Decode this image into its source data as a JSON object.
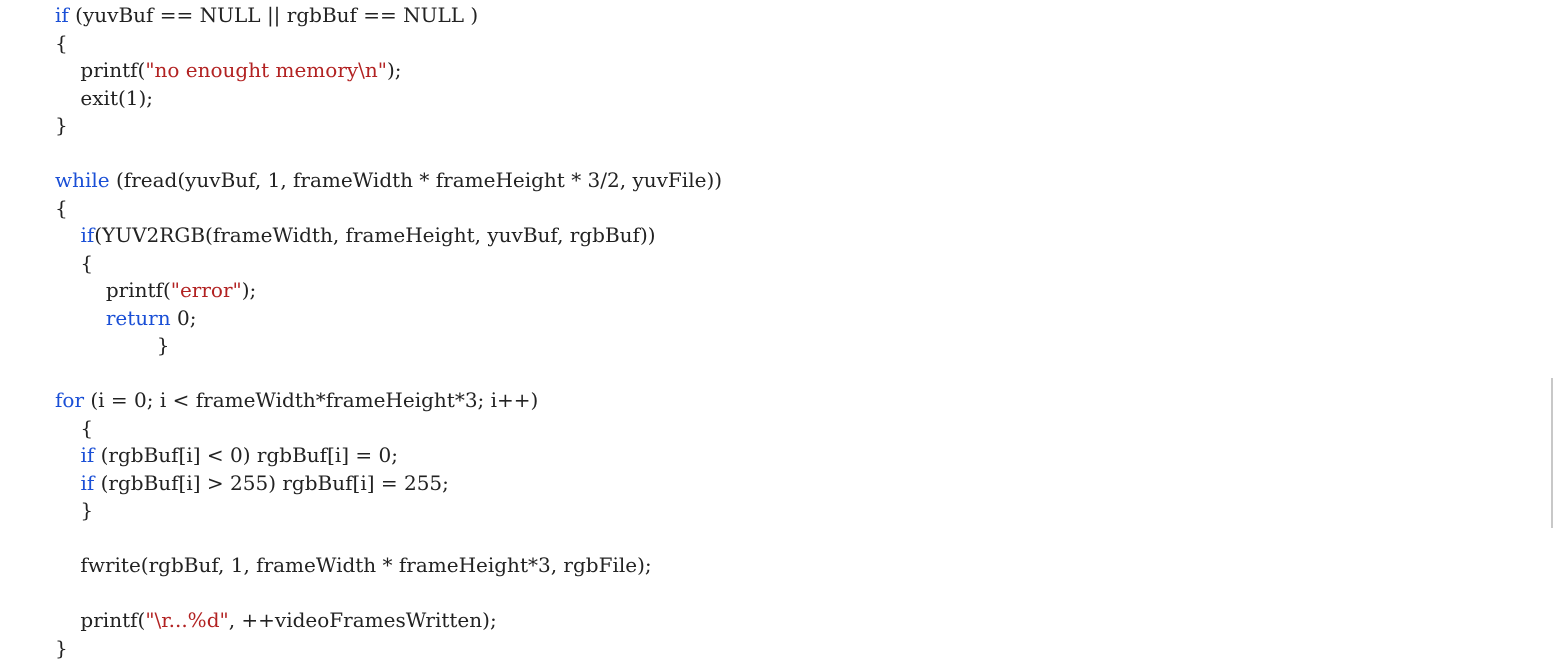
{
  "code_lines": [
    [
      {
        "t": "if",
        "c": "kw"
      },
      {
        "t": " (yuvBuf == NULL || rgbBuf == NULL )",
        "c": "plain"
      }
    ],
    [
      {
        "t": "{",
        "c": "plain"
      }
    ],
    [
      {
        "t": "    printf(",
        "c": "plain"
      },
      {
        "t": "\"no enought memory\\n\"",
        "c": "str"
      },
      {
        "t": ");",
        "c": "plain"
      }
    ],
    [
      {
        "t": "    exit(1);",
        "c": "plain"
      }
    ],
    [
      {
        "t": "}",
        "c": "plain"
      }
    ],
    [
      {
        "t": "",
        "c": "plain"
      }
    ],
    [
      {
        "t": "while",
        "c": "kw"
      },
      {
        "t": " (fread(yuvBuf, 1, frameWidth * frameHeight * 3/2, yuvFile))",
        "c": "plain"
      }
    ],
    [
      {
        "t": "{",
        "c": "plain"
      }
    ],
    [
      {
        "t": "    ",
        "c": "plain"
      },
      {
        "t": "if",
        "c": "kw"
      },
      {
        "t": "(YUV2RGB(frameWidth, frameHeight, yuvBuf, rgbBuf))",
        "c": "plain"
      }
    ],
    [
      {
        "t": "    {",
        "c": "plain"
      }
    ],
    [
      {
        "t": "        printf(",
        "c": "plain"
      },
      {
        "t": "\"error\"",
        "c": "str"
      },
      {
        "t": ");",
        "c": "plain"
      }
    ],
    [
      {
        "t": "        ",
        "c": "plain"
      },
      {
        "t": "return",
        "c": "kw"
      },
      {
        "t": " 0;",
        "c": "plain"
      }
    ],
    [
      {
        "t": "                }",
        "c": "plain"
      }
    ],
    [
      {
        "t": "",
        "c": "plain"
      }
    ],
    [
      {
        "t": "for",
        "c": "kw"
      },
      {
        "t": " (i = 0; i < frameWidth*frameHeight*3; i++)",
        "c": "plain"
      }
    ],
    [
      {
        "t": "    {",
        "c": "plain"
      }
    ],
    [
      {
        "t": "    ",
        "c": "plain"
      },
      {
        "t": "if",
        "c": "kw"
      },
      {
        "t": " (rgbBuf[i] < 0) rgbBuf[i] = 0;",
        "c": "plain"
      }
    ],
    [
      {
        "t": "    ",
        "c": "plain"
      },
      {
        "t": "if",
        "c": "kw"
      },
      {
        "t": " (rgbBuf[i] > 255) rgbBuf[i] = 255;",
        "c": "plain"
      }
    ],
    [
      {
        "t": "    }",
        "c": "plain"
      }
    ],
    [
      {
        "t": "",
        "c": "plain"
      }
    ],
    [
      {
        "t": "    fwrite(rgbBuf, 1, frameWidth * frameHeight*3, rgbFile);",
        "c": "plain"
      }
    ],
    [
      {
        "t": "",
        "c": "plain"
      }
    ],
    [
      {
        "t": "    printf(",
        "c": "plain"
      },
      {
        "t": "\"\\r...%d\"",
        "c": "str"
      },
      {
        "t": ", ++videoFramesWritten);",
        "c": "plain"
      }
    ],
    [
      {
        "t": "}",
        "c": "plain"
      }
    ]
  ],
  "colors": {
    "keyword": "#1a4fd6",
    "string": "#b22222",
    "plain": "#222222",
    "background": "#ffffff"
  }
}
